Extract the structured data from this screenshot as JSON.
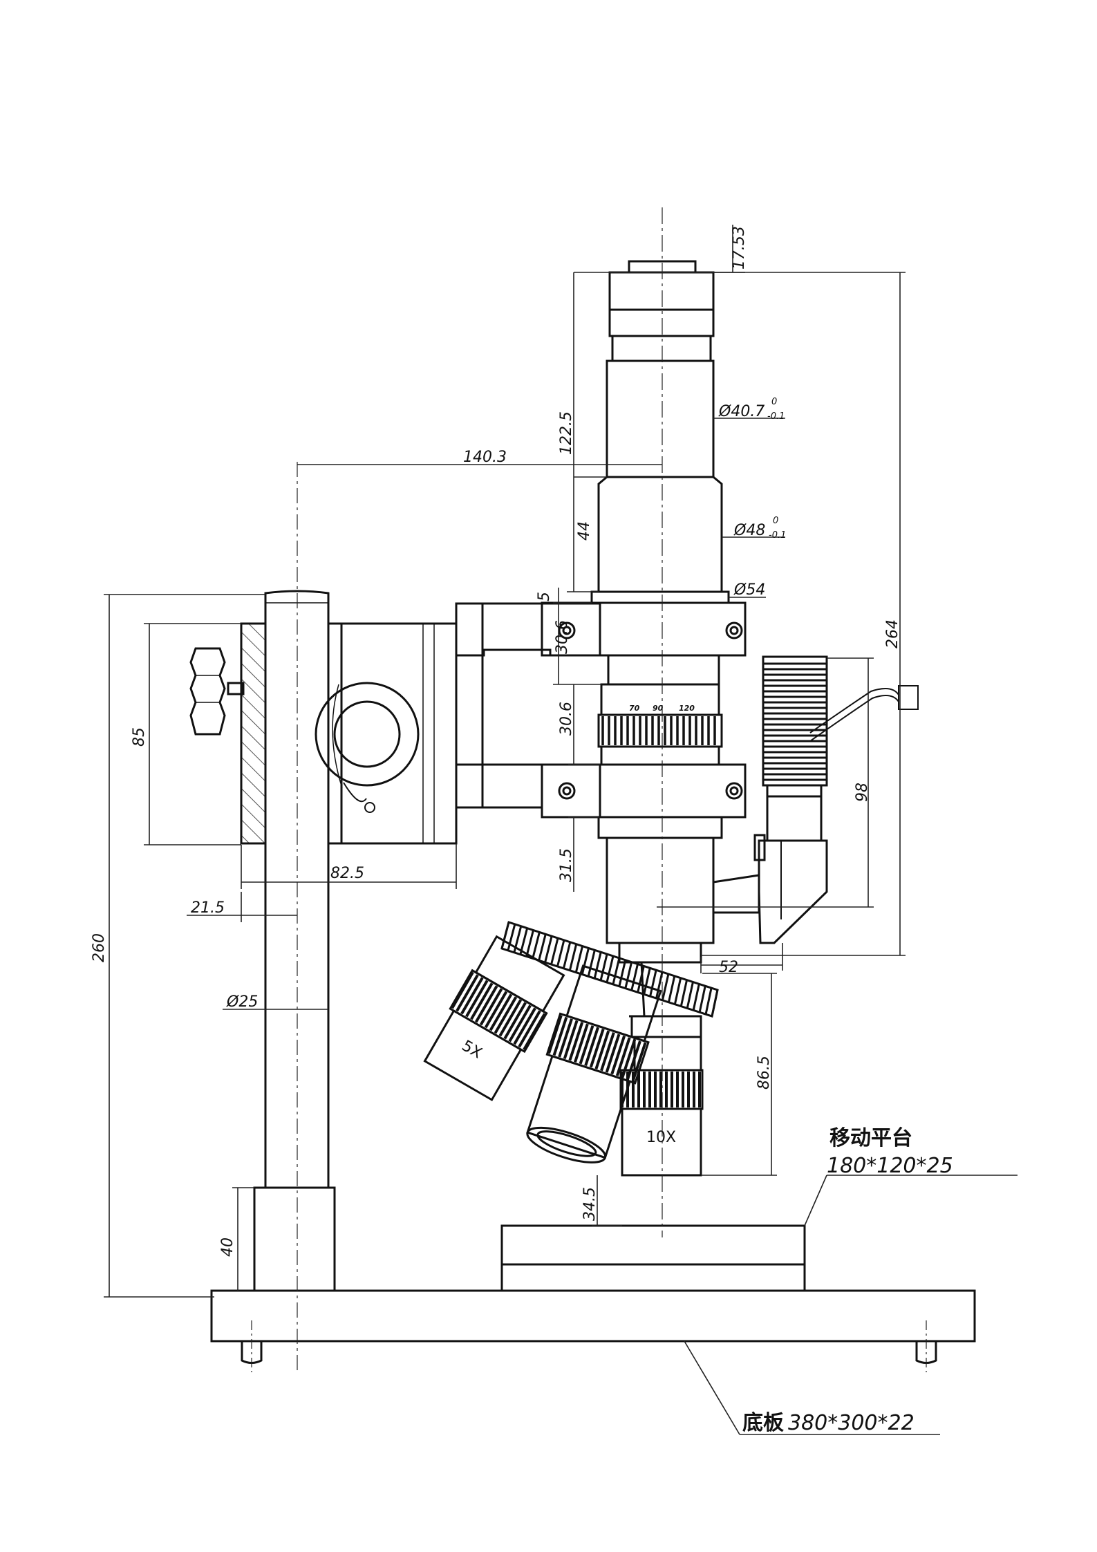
{
  "dimensions": {
    "top_offset": "17.53",
    "tube_length": "122.5",
    "tube_diameter": "Ø40.7",
    "tube_diameter_tol_upper": "0",
    "tube_diameter_tol_lower": "-0.1",
    "arm_reach": "140.3",
    "upper_len": "44",
    "upper_diameter": "Ø48",
    "upper_diameter_tol_upper": "0",
    "upper_diameter_tol_lower": "-0.1",
    "collar_height": "5",
    "collar_diameter": "Ø54",
    "clamp_height": "30.6",
    "focus_height": "30.6",
    "lower_body": "31.5",
    "overall_height": "264",
    "light_height": "98",
    "bracket_height": "85",
    "bracket_depth": "82.5",
    "column_offset": "21.5",
    "column_height": "260",
    "column_diameter": "Ø25",
    "column_base": "40",
    "turret_offset": "52",
    "working_height": "86.5",
    "working_distance": "34.5"
  },
  "focus_scale": [
    "70",
    "90",
    "120"
  ],
  "objectives": [
    "5X",
    "10X"
  ],
  "labels": {
    "stage_name": "移动平台",
    "stage_size": "180*120*25",
    "base_name": "底板",
    "base_size": "380*300*22"
  }
}
